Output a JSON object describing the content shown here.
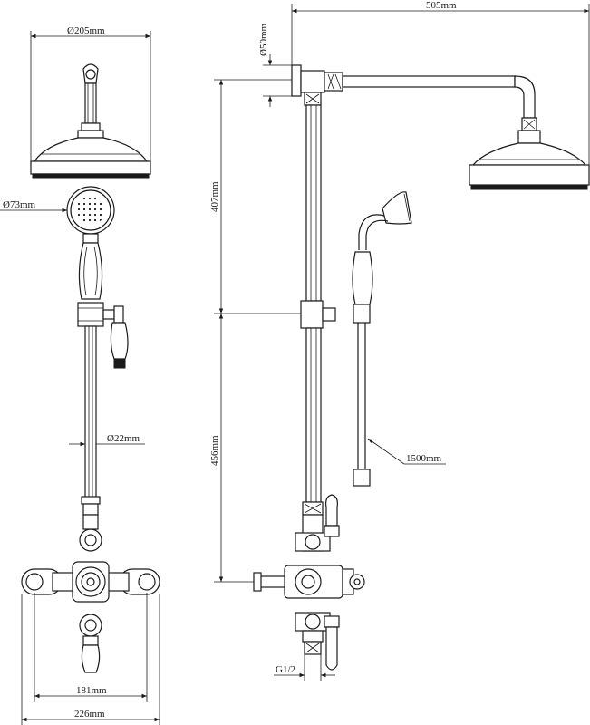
{
  "dimensions": {
    "head_diameter": "Ø205mm",
    "handset_diameter": "Ø73mm",
    "rail_diameter": "Ø22mm",
    "centres_width": "181mm",
    "overall_width": "226mm",
    "arm_diameter": "Ø50mm",
    "arm_projection": "505mm",
    "upper_height": "407mm",
    "lower_height": "456mm",
    "hose_length": "1500mm",
    "inlet_thread": "G1/2"
  },
  "colors": {
    "line": "#1a1a1a",
    "background": "#ffffff"
  }
}
